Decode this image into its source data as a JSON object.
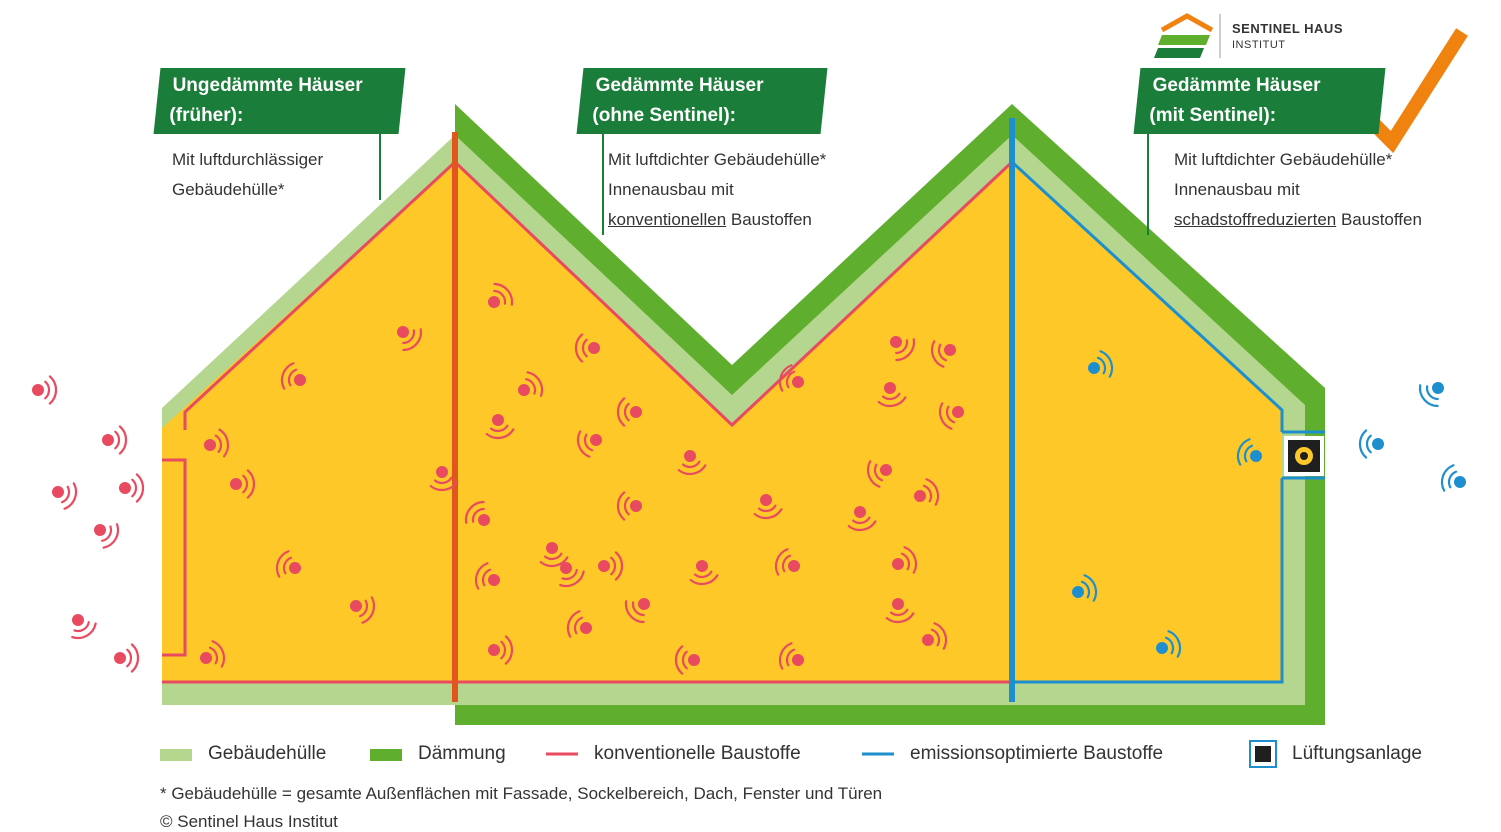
{
  "logo": {
    "line1": "SENTINEL HAUS",
    "line2": "INSTITUT"
  },
  "houses": [
    {
      "title_line1": "Ungedämmte Häuser",
      "title_line2": "(früher):",
      "desc_line1": "Mit luftdurchlässiger",
      "desc_line2": "Gebäudehülle*"
    },
    {
      "title_line1": "Gedämmte Häuser",
      "title_line2": "(ohne Sentinel):",
      "desc_line1": "Mit luftdichter Gebäudehülle*",
      "desc_line2": "Innenausbau mit",
      "desc_line3_underlined": "konventionellen",
      "desc_line3_rest": " Baustoffen"
    },
    {
      "title_line1": "Gedämmte Häuser",
      "title_line2": "(mit Sentinel):",
      "desc_line1": "Mit luftdichter Gebäudehülle*",
      "desc_line2": "Innenausbau mit",
      "desc_line3_underlined": "schadstoffreduzierten",
      "desc_line3_rest": " Baustoffen"
    }
  ],
  "legend": [
    {
      "label": "Gebäudehülle",
      "color": "#b5d68e"
    },
    {
      "label": "Dämmung",
      "color": "#5fae2e"
    },
    {
      "label": "konventionelle Baustoffe",
      "color": "#e84a5f"
    },
    {
      "label": "emissionsoptimierte Baustoffe",
      "color": "#1e8fce"
    },
    {
      "label": "Lüftungsanlage",
      "color": "#1f1f1f"
    }
  ],
  "footnote": "* Gebäudehülle = gesamte Außenflächen mit Fassade, Sockelbereich, Dach, Fenster und Türen",
  "copyright": "© Sentinel Haus Institut",
  "colors": {
    "fill": "#fdc828",
    "envelope": "#b5d68e",
    "insulation": "#5fae2e",
    "conventional": "#e84a5f",
    "optimized": "#1e8fce",
    "divider": "#e0561c",
    "label_bg": "#1a7d3a",
    "check": "#f0820f"
  }
}
